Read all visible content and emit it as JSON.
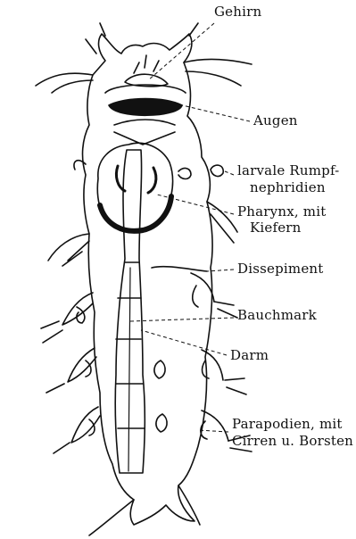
{
  "labels": {
    "gehirn": "Gehirn",
    "augen": "Augen",
    "nephridien_1": "larvale Rumpf-",
    "nephridien_2": "nephridien",
    "pharynx_1": "Pharynx, mit",
    "pharynx_2": "Kiefern",
    "dissepiment": "Dissepiment",
    "bauchmark": "Bauchmark",
    "darm": "Darm",
    "parapodien_1": "Parapodien, mit",
    "parapodien_2": "Cirren u. Borsten"
  },
  "colors": {
    "ink": "#111111",
    "paper": "#ffffff"
  }
}
